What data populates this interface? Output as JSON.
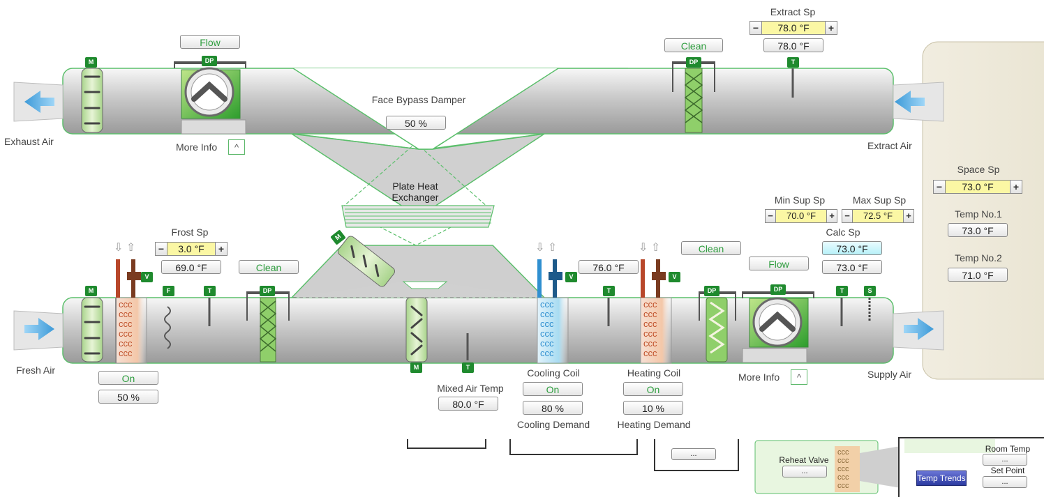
{
  "labels": {
    "exhaust_air": "Exhaust Air",
    "extract_air": "Extract Air",
    "fresh_air": "Fresh Air",
    "supply_air": "Supply Air",
    "face_bypass_damper": "Face Bypass Damper",
    "plate_hx_line1": "Plate Heat",
    "plate_hx_line2": "Exchanger",
    "frost_sp": "Frost Sp",
    "extract_sp": "Extract Sp",
    "space_sp": "Space Sp",
    "temp_no1": "Temp No.1",
    "temp_no2": "Temp No.2",
    "min_sup_sp": "Min Sup Sp",
    "max_sup_sp": "Max Sup Sp",
    "calc_sp": "Calc Sp",
    "mixed_air_temp": "Mixed Air Temp",
    "cooling_coil": "Cooling Coil",
    "heating_coil": "Heating Coil",
    "cooling_demand": "Cooling Demand",
    "heating_demand": "Heating Demand",
    "more_info": "More Info",
    "reheat_valve": "Reheat Valve",
    "room_temp": "Room Temp",
    "set_point": "Set Point"
  },
  "buttons": {
    "flow": "Flow",
    "clean": "Clean",
    "on": "On",
    "more_chevron": "^",
    "ellipsis": "...",
    "temp_trends": "Temp Trends",
    "minus": "−",
    "plus": "+"
  },
  "values": {
    "extract_sp": "78.0 °F",
    "extract_temp": "78.0 °F",
    "face_bypass": "50 %",
    "frost_sp": "3.0 °F",
    "frost_temp": "69.0 °F",
    "space_sp": "73.0 °F",
    "temp_no1": "73.0 °F",
    "temp_no2": "71.0 °F",
    "min_sup_sp": "70.0 °F",
    "max_sup_sp": "72.5 °F",
    "calc_sp": "73.0 °F",
    "calc_temp": "73.0 °F",
    "cooling_valve_temp": "76.0 °F",
    "preheat_pct": "50 %",
    "mixed_air_temp": "80.0 °F",
    "cooling_pct": "80 %",
    "heating_pct": "10 %"
  },
  "tags": {
    "m": "M",
    "dp": "DP",
    "t": "T",
    "v": "V",
    "f": "F",
    "s": "S"
  },
  "colors": {
    "accent_green": "#2e9d3e",
    "tag_green": "#1f8a2e",
    "setpoint_yellow": "#fbf7a4",
    "calc_cyan": "#b7f0f8",
    "heating_red": "#c0502a",
    "cooling_blue": "#2f8fd0"
  }
}
